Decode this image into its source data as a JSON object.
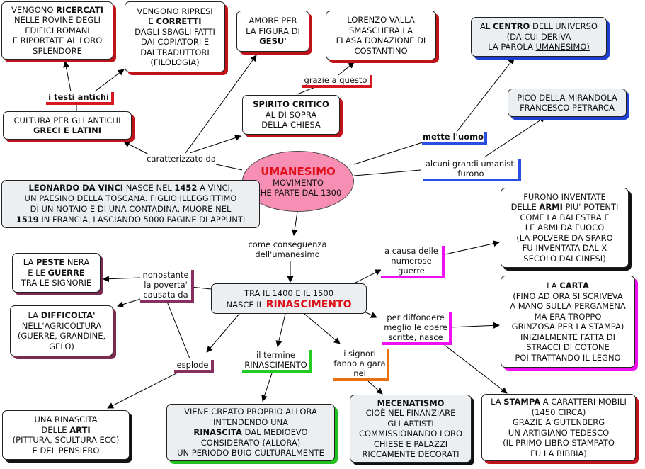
{
  "center": {
    "title": "UMANESIMO",
    "line1": "MOVIMENTO",
    "line2": "CHE PARTE DAL 1300"
  },
  "leonardo": {
    "l1a": "LEONARDO DA VINCI",
    "l1b": " NASCE NEL ",
    "l1c": "1452",
    "l1d": " A VINCI,",
    "l2": "UN PAESINO  DELLA TOSCANA. FIGLIO ILLEGGITTIMO",
    "l3": "DI UN NOTAIO E DI UNA CONTADINA. MUORE NEL",
    "l4a": "1519",
    "l4b": " IN FRANCIA, LASCIANDO 5000 PAGINE DI APPUNTI"
  },
  "ricercati": {
    "l1a": "VENGONO ",
    "l1b": "RICERCATI",
    "l2": "NELLE ROVINE DEGLI",
    "l3": "EDIFICI ROMANI",
    "l4": "E RIPORTATE AL LORO",
    "l5": "SPLENDORE"
  },
  "corretti": {
    "l1": "VENGONO RIPRESI",
    "l2a": "E ",
    "l2b": "CORRETTI",
    "l3": "DAGLI SBAGLI FATTI",
    "l4": "DAI COPIATORI E",
    "l5": "DAI TRADUTTORI",
    "l6": "(FILOLOGIA)"
  },
  "gesu": {
    "l1": "AMORE PER",
    "l2": "LA FIGURA DI",
    "l3": "GESU'"
  },
  "valla": {
    "l1": "LORENZO VALLA",
    "l2": "SMASCHERA LA",
    "l3": "FLASA DONAZIONE DI",
    "l4": "COSTANTINO"
  },
  "centro": {
    "l1a": "AL ",
    "l1b": "CENTRO",
    "l1c": " DELL'UNIVERSO",
    "l2": "(DA CUI DERIVA",
    "l3a": "LA PAROLA ",
    "l3b": "UMANESIMO)"
  },
  "pico": {
    "l1": "PICO DELLA MIRANDOLA",
    "l2": "FRANCESCO PETRARCA"
  },
  "cultura": {
    "l1": "CULTURA PER GLI ANTICHI",
    "l2": "GRECI E LATINI"
  },
  "spirito": {
    "l1": "SPIRITO CRITICO",
    "l2": "AL DI SOPRA",
    "l3": "DELLA CHIESA"
  },
  "armi": {
    "l1": "FURONO INVENTATE",
    "l2a": "DELLE ",
    "l2b": "ARMI",
    "l2c": " PIU' POTENTI",
    "l3": "COME LA BALESTRA E",
    "l4": "LE ARMI DA FUOCO",
    "l5": "(LA POLVERE DA SPARO",
    "l6": "FU INVENTATA DAL X",
    "l7": "SECOLO DAI CINESI)"
  },
  "carta": {
    "l1a": "LA ",
    "l1b": "CARTA",
    "l2": "(FINO AD ORA SI SCRIVEVA",
    "l3": "A MANO SULLA PERGAMENA",
    "l4": "MA ERA TROPPO",
    "l5": "GRINZOSA PER LA STAMPA)",
    "l6": "INIZIALMENTE FATTA DI",
    "l7": "STRACCI DI COTONE",
    "l8": "POI TRATTANDO IL LEGNO"
  },
  "peste": {
    "l1a": "LA ",
    "l1b": "PESTE",
    "l1c": " NERA",
    "l2a": "E LE ",
    "l2b": "GUERRE",
    "l3": "TRA LE SIGNORIE"
  },
  "difficolta": {
    "l1a": "LA ",
    "l1b": "DIFFICOLTA'",
    "l2": "NELL'AGRICOLTURA",
    "l3": "(GUERRE, GRANDINE,",
    "l4": "GELO)"
  },
  "rinascimento": {
    "l1": "TRA IL 1400 E IL 1500",
    "l2a": "NASCE IL ",
    "l2b": "RINASCIMENTO"
  },
  "rinascita": {
    "l1": "UNA RINASCITA",
    "l2a": "DELLE ",
    "l2b": "ARTI",
    "l3": "(PITTURA, SCULTURA ECC)",
    "l4": "E DEL PENSIERO"
  },
  "creato": {
    "l1": "VIENE CREATO PROPRIO ALLORA",
    "l2": "INTENDENDO UNA",
    "l3a": "RINASCITA",
    "l3b": " DAL MEDIOEVO",
    "l4": "CONSIDERATO (ALLORA)",
    "l5": "UN PERIODO BUIO CULTURALMENTE"
  },
  "mecenatismo": {
    "l1": "MECENATISMO",
    "l2": "CIOÈ NEL FINANZIARE",
    "l3": "GLI ARTISTI",
    "l4": "COMMISSIONANDO LORO",
    "l5": "CHIESE E PALAZZI",
    "l6": "RICCAMENTE DECORATI"
  },
  "stampa": {
    "l1a": "LA ",
    "l1b": "STAMPA",
    "l1c": " A CARATTERI MOBILI",
    "l2": "(1450 CIRCA)",
    "l3": "GRAZIE A GUTENBERG",
    "l4": "UN ARTIGIANO TEDESCO",
    "l5": "(IL PRIMO LIBRO STAMPATO",
    "l6": "FU LA BIBBIA)"
  },
  "labels": {
    "testi": "i testi antichi",
    "grazie": "grazie a questo",
    "caratterizzato": "caratterizzato da",
    "uomo": "mette l'uomo",
    "grandi1": "alcuni grandi umanisti",
    "grandi2": "furono",
    "conseguenza1": "come conseguenza",
    "conseguenza2": "dell'umanesimo",
    "causa1": "a causa delle",
    "causa2": "numerose",
    "causa3": "guerre",
    "nonostante1": "nonostante",
    "nonostante2": "la poverta'",
    "nonostante3": "causata da",
    "diffondere1": "per diffondere",
    "diffondere2": "meglio le opere",
    "diffondere3": "scritte, nasce",
    "esplode": "esplode",
    "termine1": "il termine",
    "termine2": "RINASCIMENTO",
    "signori1": "i signori",
    "signori2": "fanno a gara",
    "signori3": "nel"
  }
}
